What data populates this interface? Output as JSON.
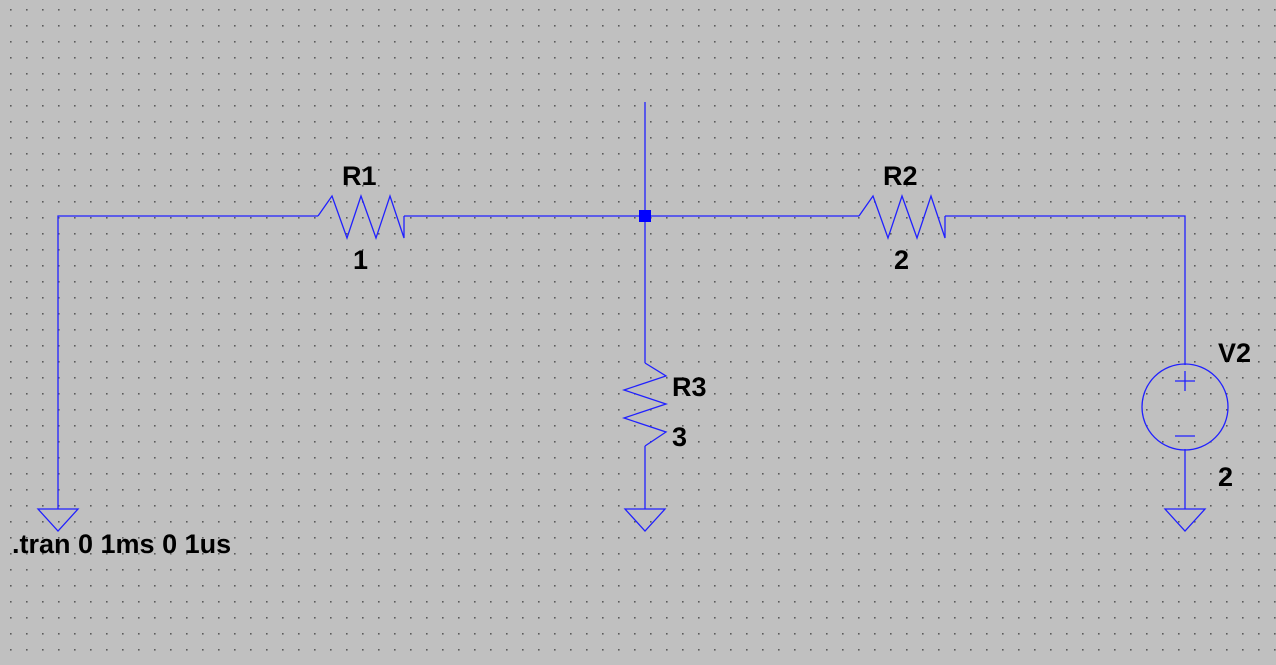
{
  "colors": {
    "background": "#c0c0c0",
    "grid_dot": "#5a5a5a",
    "wire": "#2020ff",
    "junction": "#0000ff",
    "text": "#000000"
  },
  "components": {
    "r1": {
      "name": "R1",
      "value": "1"
    },
    "r2": {
      "name": "R2",
      "value": "2"
    },
    "r3": {
      "name": "R3",
      "value": "3"
    },
    "v2": {
      "name": "V2",
      "value": "2"
    }
  },
  "directive": ".tran 0 1ms 0 1us"
}
